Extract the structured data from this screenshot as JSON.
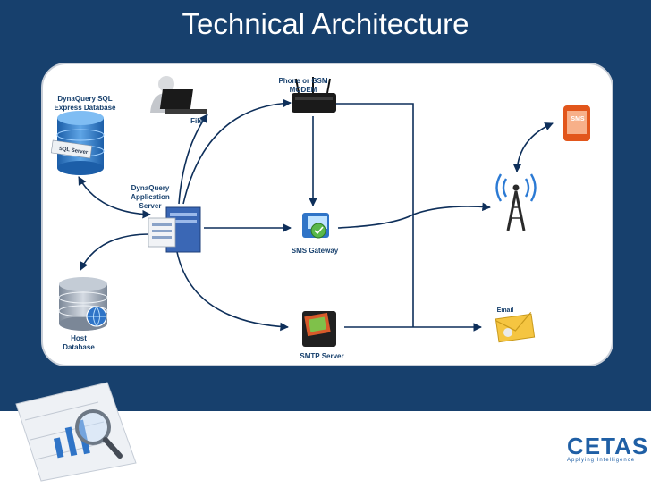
{
  "slide": {
    "title": "Technical Architecture"
  },
  "nodes": {
    "sql_db": "DynaQuery SQL Express Database",
    "sql_brand": "SQL Server",
    "file": "File",
    "modem": "Phone or GSM MODEM",
    "app_server": "DynaQuery Application Server",
    "sms_gateway": "SMS Gateway",
    "host_db": "Host Database",
    "smtp": "SMTP Server",
    "sms_badge": "SMS",
    "email": "Email"
  },
  "logo": {
    "name": "CETAS",
    "tagline": "Applying Intelligence"
  },
  "icons": [
    "database-icon",
    "person-laptop-icon",
    "modem-icon",
    "server-icon",
    "gateway-icon",
    "smtp-server-icon",
    "cell-tower-icon",
    "mobile-phone-icon",
    "email-icon",
    "magnifier-chart-icon"
  ],
  "colors": {
    "background": "#17406d",
    "panel": "#ffffff",
    "connector": "#0e2f5a",
    "label": "#17406d",
    "logo": "#1f5fa5"
  }
}
